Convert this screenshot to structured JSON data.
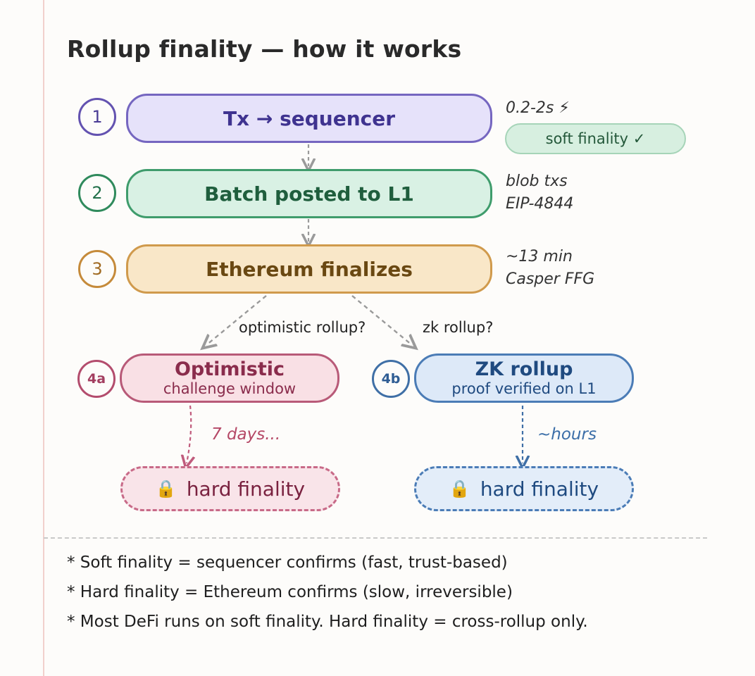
{
  "title": "Rollup finality — how it works",
  "steps": [
    {
      "num": "1",
      "label": "Tx → sequencer",
      "side": [
        "0.2-2s ⚡"
      ],
      "badge": "soft finality ✓"
    },
    {
      "num": "2",
      "label": "Batch posted to L1",
      "side": [
        "blob txs",
        "EIP-4844"
      ]
    },
    {
      "num": "3",
      "label": "Ethereum finalizes",
      "side": [
        "~13 min",
        "Casper FFG"
      ]
    }
  ],
  "branches": {
    "optimistic_question": "optimistic rollup?",
    "zk_question": "zk rollup?"
  },
  "optimistic": {
    "num": "4a",
    "title": "Optimistic",
    "subtitle": "challenge window",
    "delay": "7 days...",
    "final": "hard finality",
    "final_icon": "🔒"
  },
  "zk": {
    "num": "4b",
    "title": "ZK rollup",
    "subtitle": "proof verified on L1",
    "delay": "~hours",
    "final": "hard finality",
    "final_icon": "🔒"
  },
  "notes": [
    "* Soft finality = sequencer confirms (fast, trust-based)",
    "* Hard finality = Ethereum confirms (slow, irreversible)",
    "* Most DeFi runs on soft finality. Hard finality = cross-rollup only."
  ],
  "colors": {
    "purple": "#6352b0",
    "purple_fill": "#e6e2fa",
    "green": "#2f8a5c",
    "green_fill": "#d9f1e4",
    "orange": "#c58a3a",
    "orange_fill": "#f9e7c8",
    "red": "#b34c6d",
    "red_fill": "#f9e0e5",
    "blue": "#3f6fa6",
    "blue_fill": "#dde9f8"
  }
}
